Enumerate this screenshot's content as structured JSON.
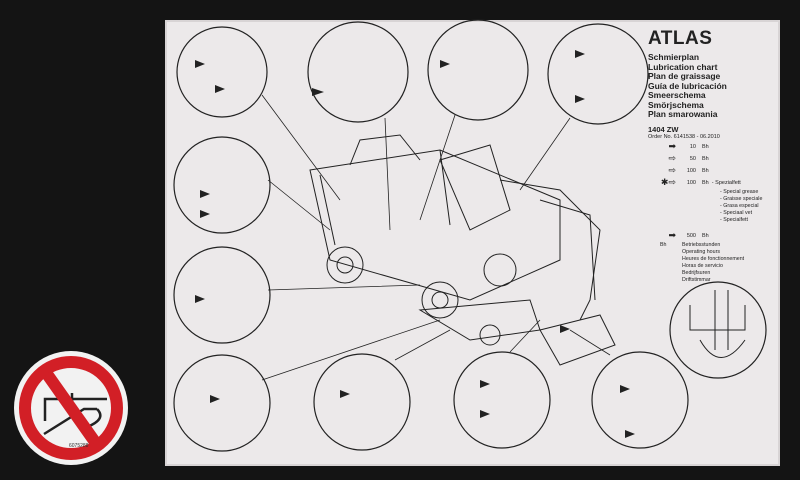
{
  "brand": "ATLAS",
  "titles": [
    "Schmierplan",
    "Lubrication chart",
    "Plan de graissage",
    "Guía de lubricación",
    "Smeerschema",
    "Smörjschema",
    "Plan smarowania"
  ],
  "model": "1404 ZW",
  "order": "Order No. 6141538 - 06.2010",
  "intervals": [
    {
      "icon": "solid-arrow",
      "value": "10",
      "unit": "Bh"
    },
    {
      "icon": "outline-arrow",
      "value": "50",
      "unit": "Bh"
    },
    {
      "icon": "outline-arrow",
      "value": "100",
      "unit": "Bh"
    },
    {
      "icon": "star-outline-arrow",
      "value": "100",
      "unit": "Bh",
      "note": "- Spezialfett"
    }
  ],
  "special_grease": [
    "- Special grease",
    "- Graisse speciale",
    "- Grasa especial",
    "- Speciaal vet",
    "- Specialfett"
  ],
  "interval_500": {
    "icon": "half-solid-arrow",
    "value": "500",
    "unit": "Bh"
  },
  "bh_key": "Bh",
  "bh_terms": [
    "Betriebsstunden",
    "Operating hours",
    "Heures de fonctionnement",
    "Horas de servicio",
    "Bedrijfsuren",
    "Driftstimmar"
  ],
  "sign_number": "6075288",
  "colors": {
    "sign_red": "#d21f26",
    "background": "#141414",
    "paper": "#ece9ea"
  }
}
